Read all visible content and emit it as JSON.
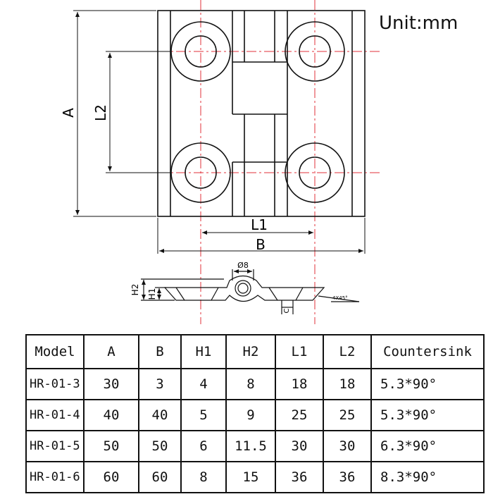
{
  "unit_label": "Unit:mm",
  "dimensions": {
    "A": "A",
    "B": "B",
    "L1": "L1",
    "L2": "L2",
    "H1": "H1",
    "H2": "H2",
    "diameter": "Ø8",
    "chamfer": "4X45°",
    "C": "C"
  },
  "table": {
    "headers": [
      "Model",
      "A",
      "B",
      "H1",
      "H2",
      "L1",
      "L2",
      "Countersink"
    ],
    "rows": [
      [
        "HR-01-3",
        "30",
        "3",
        "4",
        "8",
        "18",
        "18",
        "5.3*90°"
      ],
      [
        "HR-01-4",
        "40",
        "40",
        "5",
        "9",
        "25",
        "25",
        "5.3*90°"
      ],
      [
        "HR-01-5",
        "50",
        "50",
        "6",
        "11.5",
        "30",
        "30",
        "6.3*90°"
      ],
      [
        "HR-01-6",
        "60",
        "60",
        "8",
        "15",
        "36",
        "36",
        "8.3*90°"
      ]
    ]
  },
  "colors": {
    "line": "#111111",
    "centerline": "#e0303a"
  }
}
